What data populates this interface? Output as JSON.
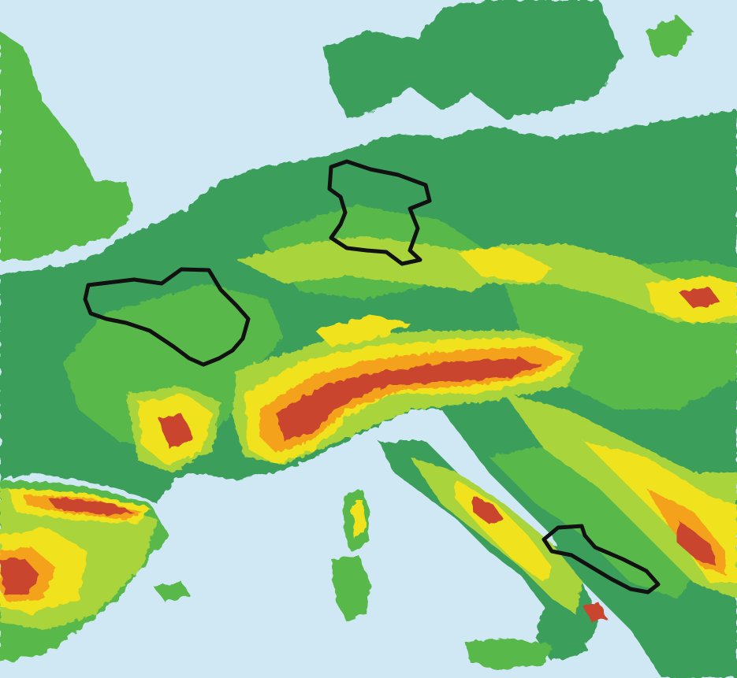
{
  "map": {
    "colors": {
      "sea": "#cfe8f4",
      "lowland": "#3a9e5a",
      "plain": "#58b84a",
      "hills": "#a9d43a",
      "upland": "#f0e21c",
      "mountain": "#f4a21e",
      "high_mountain": "#c9452d",
      "outline": "#111111"
    },
    "legend_visible": false,
    "outlined_regions": [
      "region-outline-north",
      "region-outline-west",
      "region-outline-southeast"
    ]
  }
}
